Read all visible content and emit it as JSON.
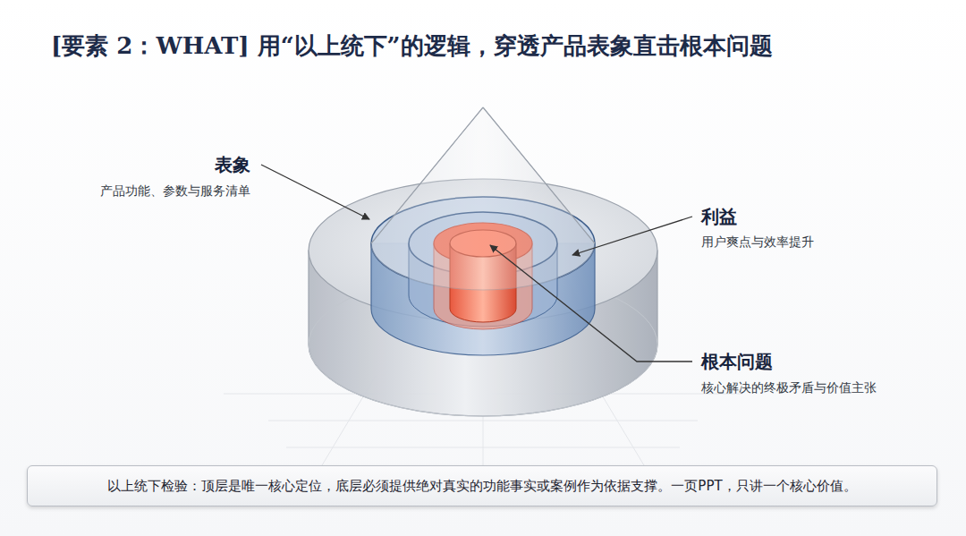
{
  "diagram": {
    "title": "[要素 2：WHAT] 用“以上统下”的逻辑，穿透产品表象直击根本问题",
    "nodes": [
      {
        "text": [
          "以上统下检验：顶层是唯一核心定位，底层必须提供绝对真实的功能事实或案例作为依据支撑。一页PPT，只讲一个核心价值。"
        ]
      }
    ],
    "labels": [
      "表象",
      "产品功能、参数与服务清单",
      "利益",
      "用户爽点与效率提升",
      "根本问题",
      "核心解决的终极矛盾与价值主张"
    ]
  }
}
